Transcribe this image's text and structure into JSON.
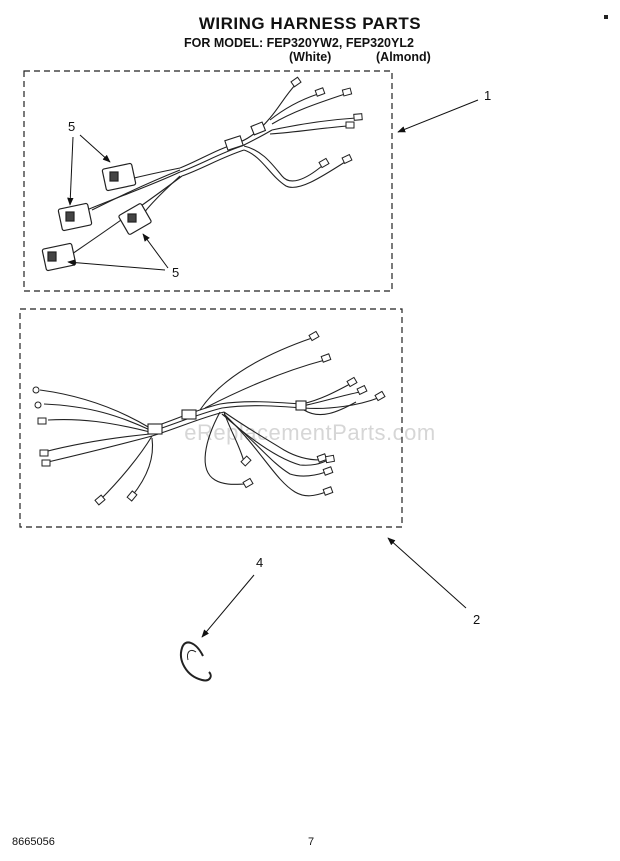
{
  "header": {
    "title": "WIRING HARNESS PARTS",
    "model_line": "FOR MODEL: FEP320YW2, FEP320YL2",
    "colors": [
      "(White)",
      "(Almond)"
    ]
  },
  "callouts": {
    "part1": "1",
    "part2": "2",
    "part4": "4",
    "part5_top": "5",
    "part5_bottom": "5"
  },
  "watermark": "eReplacementParts.com",
  "footer": {
    "doc_number": "8665056",
    "page_number": "7"
  }
}
